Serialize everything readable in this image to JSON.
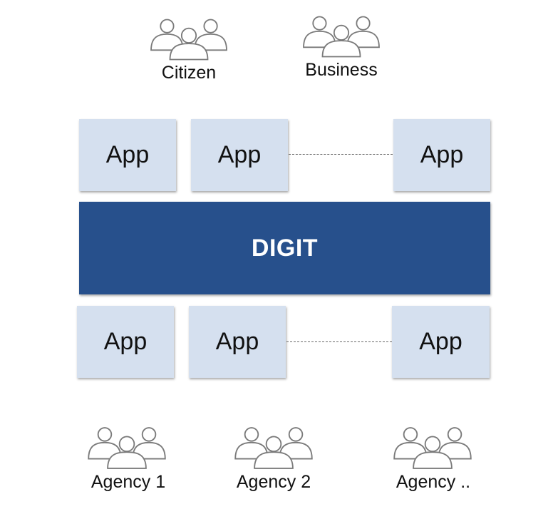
{
  "top_groups": [
    {
      "label": "Citizen",
      "icon": "people-group-icon"
    },
    {
      "label": "Business",
      "icon": "people-group-icon"
    }
  ],
  "top_apps": [
    "App",
    "App",
    "App"
  ],
  "platform": {
    "label": "DIGIT",
    "color": "#27508c"
  },
  "bottom_apps": [
    "App",
    "App",
    "App"
  ],
  "bottom_groups": [
    {
      "label": "Agency 1",
      "icon": "people-group-icon"
    },
    {
      "label": "Agency 2",
      "icon": "people-group-icon"
    },
    {
      "label": "Agency ..",
      "icon": "people-group-icon"
    }
  ],
  "colors": {
    "app_box": "#d5e0ef",
    "platform": "#27508c",
    "icon_stroke": "#7a7a7a"
  }
}
